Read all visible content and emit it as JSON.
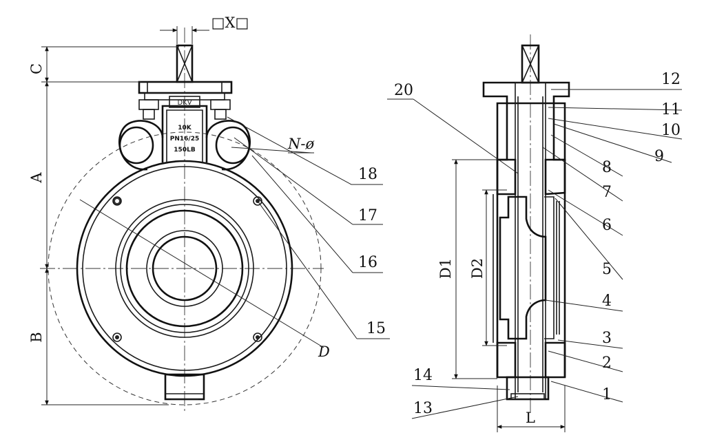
{
  "drawing": {
    "brand": "DKV",
    "body_marks": [
      "10K",
      "PN16/25",
      "150LB"
    ],
    "stem_square": "□X□",
    "hole_spec": "N-ø",
    "dimensions": {
      "C": "C",
      "A": "A",
      "B": "B",
      "D": "D",
      "D1": "D1",
      "D2": "D2",
      "L": "L"
    },
    "part_numbers": [
      "1",
      "2",
      "3",
      "4",
      "5",
      "6",
      "7",
      "8",
      "9",
      "10",
      "11",
      "12",
      "13",
      "14",
      "15",
      "16",
      "17",
      "18",
      "20"
    ]
  }
}
